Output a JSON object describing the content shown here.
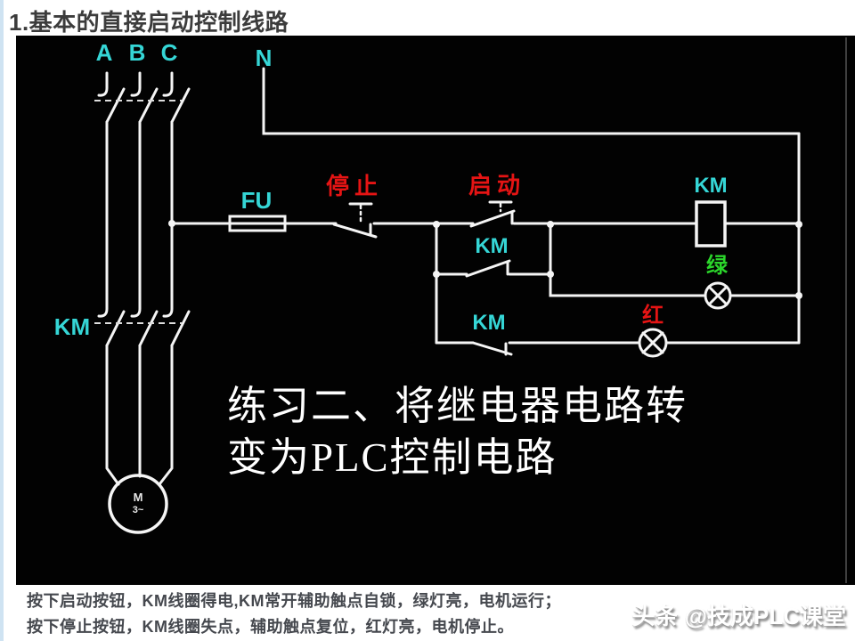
{
  "page": {
    "title": "1.基本的直接启动控制线路"
  },
  "diagram": {
    "phases": [
      "A",
      "B",
      "C"
    ],
    "neutral": "N",
    "fuse": "FU",
    "stop_button": "停止",
    "start_button": "启动",
    "coil": "KM",
    "selflock_contact": "KM",
    "lamp_contact": "KM",
    "main_contact": "KM",
    "green_lamp": "绿",
    "red_lamp": "红",
    "motor": {
      "letter": "M",
      "phase": "3~"
    },
    "overlay": {
      "line1": "练习二、将继电器电路转",
      "line2": "变为PLC控制电路"
    },
    "colors": {
      "background": "#020202",
      "wire": "#f5f5f5",
      "label_cyan": "#35d6d6",
      "label_red": "#e51414",
      "label_green": "#2bd52b",
      "overlay_white": "#ffffff"
    }
  },
  "caption": {
    "line1": "按下启动按钮，KM线圈得电,KM常开辅助触点自锁，绿灯亮，电机运行；",
    "line2": "按下停止按钮，KM线圈失点，辅助触点复位，红灯亮，电机停止。"
  },
  "watermark": "头条 @技成PLC课堂"
}
